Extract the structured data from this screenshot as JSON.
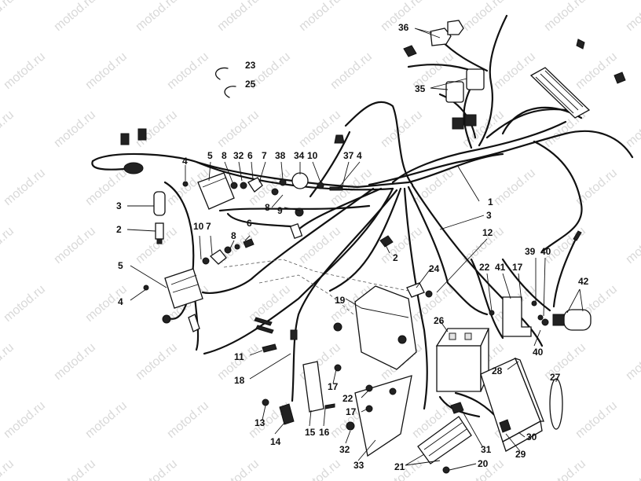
{
  "watermark": "motod.ru",
  "callouts": [
    {
      "id": "c36",
      "text": "36"
    },
    {
      "id": "c23",
      "text": "23"
    },
    {
      "id": "c25",
      "text": "25"
    },
    {
      "id": "c35",
      "text": "35"
    },
    {
      "id": "c4a",
      "text": "4"
    },
    {
      "id": "c5a",
      "text": "5"
    },
    {
      "id": "c8a",
      "text": "8"
    },
    {
      "id": "c32a",
      "text": "32"
    },
    {
      "id": "c6a",
      "text": "6"
    },
    {
      "id": "c7a",
      "text": "7"
    },
    {
      "id": "c38",
      "text": "38"
    },
    {
      "id": "c34",
      "text": "34"
    },
    {
      "id": "c10a",
      "text": "10"
    },
    {
      "id": "c37",
      "text": "37"
    },
    {
      "id": "c4b",
      "text": "4"
    },
    {
      "id": "c3a",
      "text": "3"
    },
    {
      "id": "c8b",
      "text": "8"
    },
    {
      "id": "c9",
      "text": "9"
    },
    {
      "id": "c1",
      "text": "1"
    },
    {
      "id": "c3b",
      "text": "3"
    },
    {
      "id": "c2a",
      "text": "2"
    },
    {
      "id": "c10b",
      "text": "10"
    },
    {
      "id": "c7b",
      "text": "7"
    },
    {
      "id": "c8c",
      "text": "8"
    },
    {
      "id": "c6b",
      "text": "6"
    },
    {
      "id": "c12",
      "text": "12"
    },
    {
      "id": "c2b",
      "text": "2"
    },
    {
      "id": "c5b",
      "text": "5"
    },
    {
      "id": "c4c",
      "text": "4"
    },
    {
      "id": "c24",
      "text": "24"
    },
    {
      "id": "c22a",
      "text": "22"
    },
    {
      "id": "c41",
      "text": "41"
    },
    {
      "id": "c17a",
      "text": "17"
    },
    {
      "id": "c39",
      "text": "39"
    },
    {
      "id": "c40a",
      "text": "40"
    },
    {
      "id": "c42",
      "text": "42"
    },
    {
      "id": "c19",
      "text": "19"
    },
    {
      "id": "c26",
      "text": "26"
    },
    {
      "id": "c40b",
      "text": "40"
    },
    {
      "id": "c11",
      "text": "11"
    },
    {
      "id": "c18",
      "text": "18"
    },
    {
      "id": "c17b",
      "text": "17"
    },
    {
      "id": "c28",
      "text": "28"
    },
    {
      "id": "c27",
      "text": "27"
    },
    {
      "id": "c22b",
      "text": "22"
    },
    {
      "id": "c17c",
      "text": "17"
    },
    {
      "id": "c13",
      "text": "13"
    },
    {
      "id": "c15",
      "text": "15"
    },
    {
      "id": "c16",
      "text": "16"
    },
    {
      "id": "c14",
      "text": "14"
    },
    {
      "id": "c30",
      "text": "30"
    },
    {
      "id": "c31",
      "text": "31"
    },
    {
      "id": "c29",
      "text": "29"
    },
    {
      "id": "c32b",
      "text": "32"
    },
    {
      "id": "c33",
      "text": "33"
    },
    {
      "id": "c21",
      "text": "21"
    },
    {
      "id": "c20",
      "text": "20"
    }
  ]
}
